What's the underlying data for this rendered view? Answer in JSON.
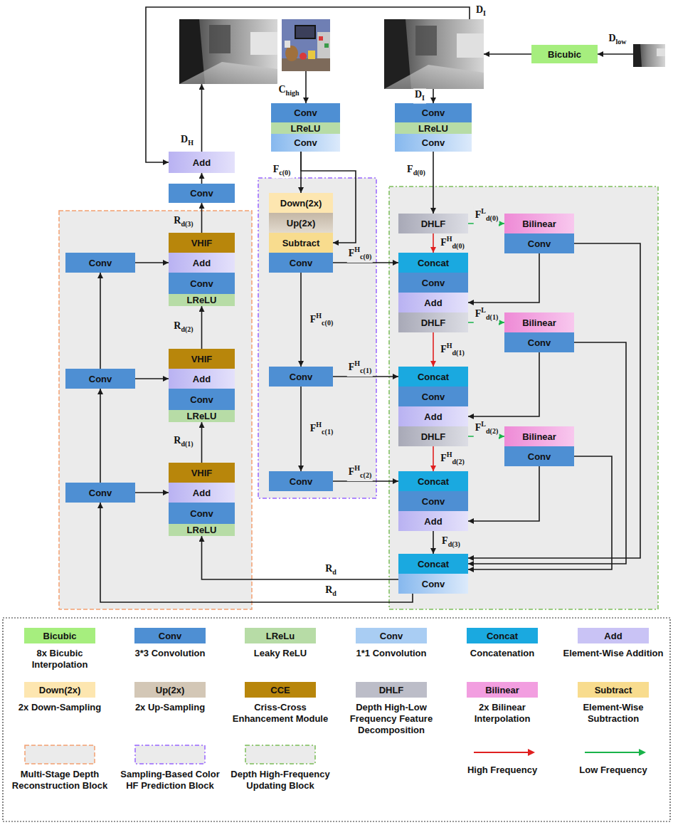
{
  "diagram": {
    "nodes": [
      {
        "text": [
          "Bicubic"
        ]
      },
      {
        "text": [
          "Conv"
        ]
      },
      {
        "text": [
          "LReLU"
        ]
      },
      {
        "text": [
          "Conv"
        ]
      },
      {
        "text": [
          "Conv"
        ]
      },
      {
        "text": [
          "LReLU"
        ]
      },
      {
        "text": [
          "Conv"
        ]
      },
      {
        "text": [
          "Add"
        ]
      },
      {
        "text": [
          "Conv"
        ]
      },
      {
        "text": [
          "VHIF"
        ]
      },
      {
        "text": [
          "Add"
        ]
      },
      {
        "text": [
          "Conv"
        ]
      },
      {
        "text": [
          "LReLU"
        ]
      },
      {
        "text": [
          "Conv"
        ]
      },
      {
        "text": [
          "VHIF"
        ]
      },
      {
        "text": [
          "Add"
        ]
      },
      {
        "text": [
          "Conv"
        ]
      },
      {
        "text": [
          "LReLU"
        ]
      },
      {
        "text": [
          "Conv"
        ]
      },
      {
        "text": [
          "VHIF"
        ]
      },
      {
        "text": [
          "Add"
        ]
      },
      {
        "text": [
          "Conv"
        ]
      },
      {
        "text": [
          "LReLU"
        ]
      },
      {
        "text": [
          "Conv"
        ]
      },
      {
        "text": [
          "Down(2x)"
        ]
      },
      {
        "text": [
          "Up(2x)"
        ]
      },
      {
        "text": [
          "Subtract"
        ]
      },
      {
        "text": [
          "Conv"
        ]
      },
      {
        "text": [
          "Conv"
        ]
      },
      {
        "text": [
          "Conv"
        ]
      },
      {
        "text": [
          "DHLF"
        ]
      },
      {
        "text": [
          "Bilinear"
        ]
      },
      {
        "text": [
          "Conv"
        ]
      },
      {
        "text": [
          "Concat"
        ]
      },
      {
        "text": [
          "Conv"
        ]
      },
      {
        "text": [
          "Add"
        ]
      },
      {
        "text": [
          "DHLF"
        ]
      },
      {
        "text": [
          "Bilinear"
        ]
      },
      {
        "text": [
          "Conv"
        ]
      },
      {
        "text": [
          "Concat"
        ]
      },
      {
        "text": [
          "Conv"
        ]
      },
      {
        "text": [
          "Add"
        ]
      },
      {
        "text": [
          "DHLF"
        ]
      },
      {
        "text": [
          "Bilinear"
        ]
      },
      {
        "text": [
          "Conv"
        ]
      },
      {
        "text": [
          "Concat"
        ]
      },
      {
        "text": [
          "Conv"
        ]
      },
      {
        "text": [
          "Add"
        ]
      },
      {
        "text": [
          "Concat"
        ]
      },
      {
        "text": [
          "Conv"
        ]
      }
    ],
    "edges": [
      {
        "from": 9,
        "to": 8,
        "arrow": "to",
        "label": "Rd(3)"
      },
      {
        "from": 8,
        "to": 7,
        "arrow": "to"
      },
      {
        "from": 13,
        "to": 10,
        "arrow": "to"
      },
      {
        "from": 18,
        "to": 13,
        "arrow": "to"
      },
      {
        "from": 18,
        "to": 15,
        "arrow": "to"
      },
      {
        "from": 23,
        "to": 18,
        "arrow": "to"
      },
      {
        "from": 23,
        "to": 20,
        "arrow": "to"
      },
      {
        "from": 14,
        "to": 12,
        "arrow": "to",
        "label": "Rd(2)"
      },
      {
        "from": 19,
        "to": 17,
        "arrow": "to",
        "label": "Rd(1)"
      },
      {
        "from": 3,
        "to": 24,
        "arrow": "to",
        "label": "Fc(0)"
      },
      {
        "from": 3,
        "to": 26,
        "arrow": "to"
      },
      {
        "from": 6,
        "to": 30,
        "arrow": "to",
        "label": "Fd(0)"
      },
      {
        "from": 27,
        "to": 33,
        "arrow": "to",
        "label": "FHc(0)"
      },
      {
        "from": 27,
        "to": 28,
        "arrow": "to",
        "label": "FHc(0)"
      },
      {
        "from": 28,
        "to": 39,
        "arrow": "to",
        "label": "FHc(1)"
      },
      {
        "from": 28,
        "to": 29,
        "arrow": "to",
        "label": "FHc(1)"
      },
      {
        "from": 29,
        "to": 45,
        "arrow": "to",
        "label": "FHc(2)"
      },
      {
        "from": 30,
        "to": 33,
        "arrow": "to",
        "label": "FHd(0)"
      },
      {
        "from": 30,
        "to": 31,
        "arrow": "to",
        "label": "FLd(0)"
      },
      {
        "from": 32,
        "to": 35,
        "arrow": "to"
      },
      {
        "from": 32,
        "to": 48,
        "arrow": "to"
      },
      {
        "from": 36,
        "to": 39,
        "arrow": "to",
        "label": "FHd(1)"
      },
      {
        "from": 36,
        "to": 37,
        "arrow": "to",
        "label": "FLd(1)"
      },
      {
        "from": 38,
        "to": 41,
        "arrow": "to"
      },
      {
        "from": 38,
        "to": 48,
        "arrow": "to"
      },
      {
        "from": 42,
        "to": 45,
        "arrow": "to",
        "label": "FHd(2)"
      },
      {
        "from": 42,
        "to": 43,
        "arrow": "to",
        "label": "FLd(2)"
      },
      {
        "from": 44,
        "to": 47,
        "arrow": "to"
      },
      {
        "from": 44,
        "to": 48,
        "arrow": "to"
      },
      {
        "from": 47,
        "to": 48,
        "arrow": "to",
        "label": "Fd(3)"
      },
      {
        "from": 49,
        "to": 22,
        "arrow": "to",
        "label": "Rd"
      },
      {
        "from": 49,
        "to": 23,
        "arrow": "to",
        "label": "Rd"
      }
    ],
    "labels": [
      "DI",
      "Dlow",
      "Chigh",
      "DI",
      "DH",
      "Bicubic",
      "Conv",
      "LReLu",
      "Conv",
      "Concat",
      "Add",
      "Down(2x)",
      "Up(2x)",
      "CCE",
      "DHLF",
      "Bilinear",
      "Subtract"
    ],
    "legend": [
      {
        "text": "8x Bicubic Interpolation",
        "color": "#a6ee7e"
      },
      {
        "text": "3*3 Convolution",
        "color": "#4e8fd3"
      },
      {
        "text": "Leaky ReLU",
        "color": "#b7dca6"
      },
      {
        "text": "1*1 Convolution",
        "color": "#a9cdf3"
      },
      {
        "text": "Concatenation",
        "color": "#1aa9e0"
      },
      {
        "text": "Element-Wise Addition",
        "color": "#c9c3f5"
      },
      {
        "text": "2x Down-Sampling",
        "color": "#fde6b0"
      },
      {
        "text": "2x Up-Sampling",
        "color": "#d3c7b6"
      },
      {
        "text": "Criss-Cross Enhancement Module",
        "color": "#b8860b"
      },
      {
        "text": "Depth High-Low Frequency Feature Decomposition",
        "color": "#bcbdc8"
      },
      {
        "text": "2x Bilinear Interpolation",
        "color": "#f29ee0"
      },
      {
        "text": "Element-Wise Subtraction",
        "color": "#f8dc8e"
      },
      {
        "text": "Multi-Stage Depth Reconstruction Block"
      },
      {
        "text": "Sampling-Based Color HF Prediction Block"
      },
      {
        "text": "Depth High-Frequency Updating Block"
      },
      {
        "text": "High Frequency"
      },
      {
        "text": "Low Frequency"
      }
    ]
  }
}
